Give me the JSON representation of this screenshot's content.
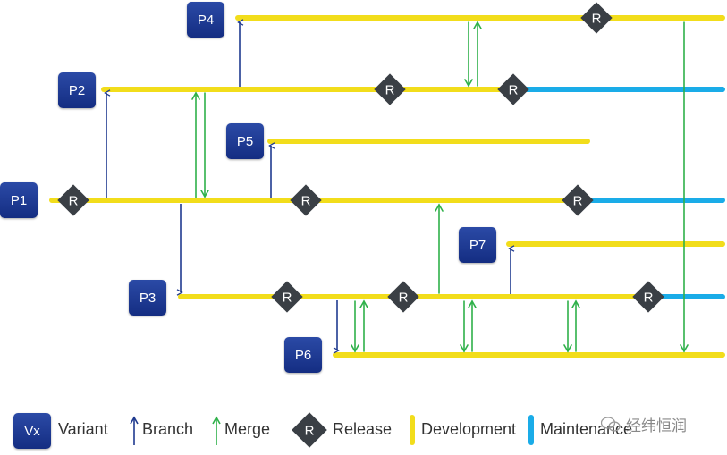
{
  "variants": [
    {
      "id": "p1",
      "label": "P1"
    },
    {
      "id": "p2",
      "label": "P2"
    },
    {
      "id": "p3",
      "label": "P3"
    },
    {
      "id": "p4",
      "label": "P4"
    },
    {
      "id": "p5",
      "label": "P5"
    },
    {
      "id": "p6",
      "label": "P6"
    },
    {
      "id": "p7",
      "label": "P7"
    }
  ],
  "release_label": "R",
  "legend": {
    "variant_symbol": "Vx",
    "variant": "Variant",
    "branch": "Branch",
    "merge": "Merge",
    "release_symbol": "R",
    "release": "Release",
    "development": "Development",
    "maintenance": "Maintenance"
  },
  "watermark": "经纬恒润",
  "colors": {
    "development": "#f2dd1b",
    "maintenance": "#1aace8",
    "branch": "#1f3a8f",
    "merge": "#2fb14a",
    "release": "#3a3f45",
    "variant_box": "#1c3a94"
  }
}
